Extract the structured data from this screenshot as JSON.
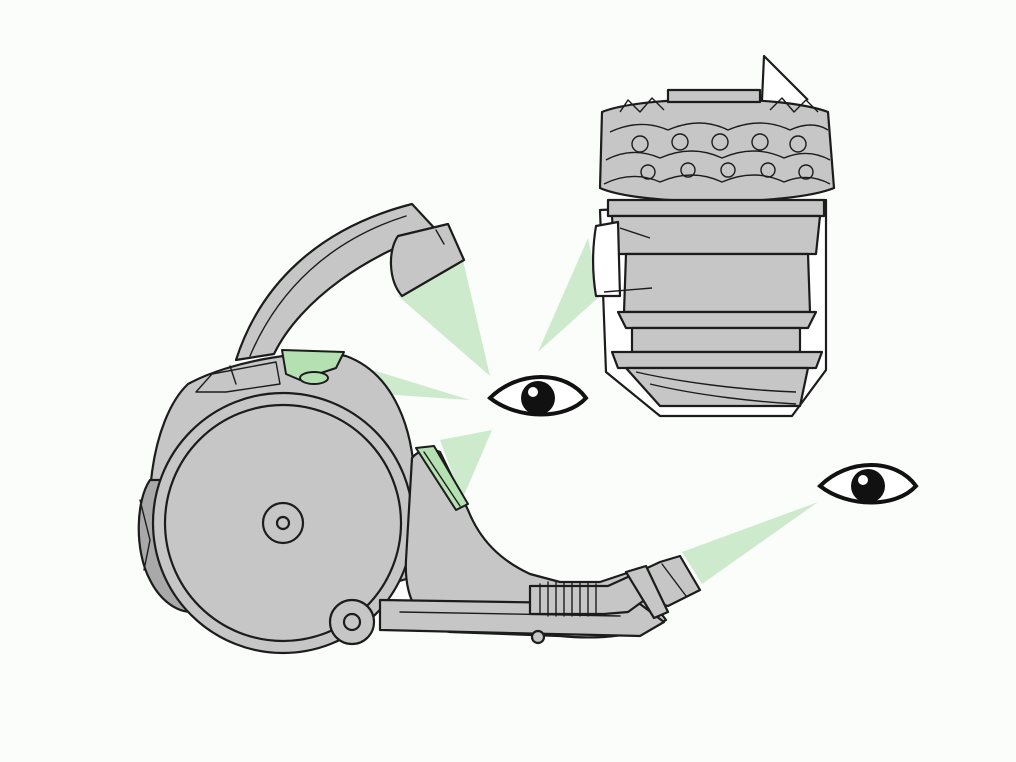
{
  "diagram": {
    "colors": {
      "background": "#fbfdfb",
      "body_fill": "#c6c6c6",
      "body_fill_dark": "#a9a9a9",
      "outline": "#1c1c1c",
      "highlight_green": "#b5e0b2",
      "beam_green": "#c9e8c6",
      "eye_pupil": "#111111"
    },
    "components": [
      {
        "id": "vacuum-cleaner",
        "icon": "vacuum-cleaner-icon"
      },
      {
        "id": "carry-handle",
        "icon": "handle-icon"
      },
      {
        "id": "cyclone-release-button",
        "icon": "button-icon"
      },
      {
        "id": "bin-release-catch",
        "icon": "catch-icon"
      },
      {
        "id": "wand-hose",
        "icon": "hose-icon"
      },
      {
        "id": "cyclone-assembly",
        "icon": "cyclone-icon"
      }
    ],
    "viewers": [
      {
        "id": "eye-machine",
        "icon": "eye-icon"
      },
      {
        "id": "eye-hose",
        "icon": "eye-icon"
      }
    ]
  }
}
